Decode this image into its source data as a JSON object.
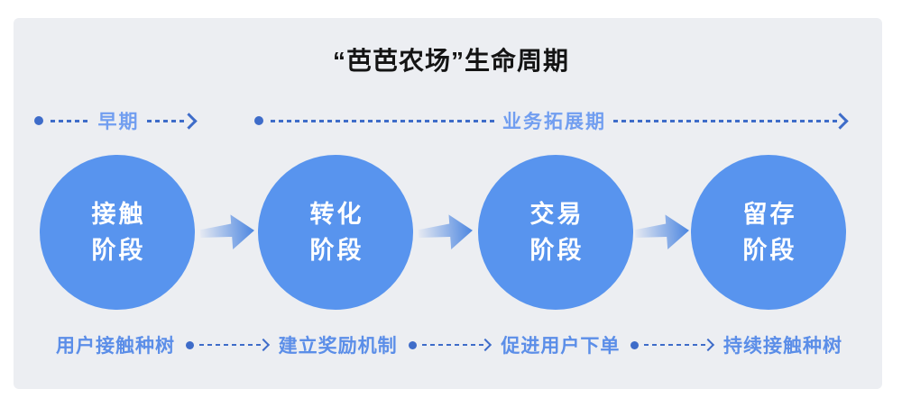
{
  "title": "“芭芭农场”生命周期",
  "timeline": {
    "early": {
      "label": "早期"
    },
    "expansion": {
      "label": "业务拓展期"
    }
  },
  "stages": [
    {
      "line1": "接触",
      "line2": "阶段",
      "action": "用户接触种树"
    },
    {
      "line1": "转化",
      "line2": "阶段",
      "action": "建立奖励机制"
    },
    {
      "line1": "交易",
      "line2": "阶段",
      "action": "促进用户下单"
    },
    {
      "line1": "留存",
      "line2": "阶段",
      "action": "持续接触种树"
    }
  ],
  "colors": {
    "panel_bg": "#ECEEF2",
    "circle": "#5894EE",
    "line": "#3E6CC9",
    "phase_label": "#719EF0",
    "action_label": "#5B8EE8",
    "title": "#141414",
    "arrow_gradient_start": "#E5E9F2",
    "arrow_gradient_end": "#4C86E0"
  }
}
